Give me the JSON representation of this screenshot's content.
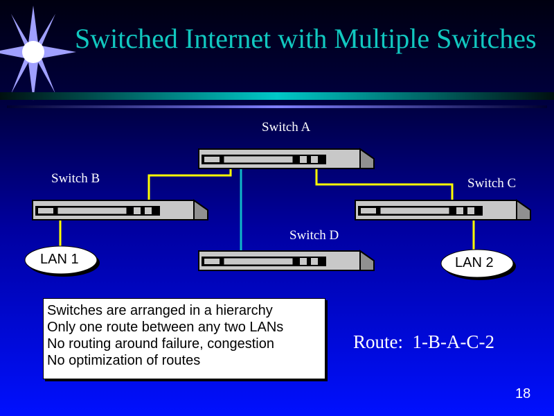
{
  "title": "Switched Internet with Multiple Switches",
  "switches": {
    "a": "Switch A",
    "b": "Switch B",
    "c": "Switch C",
    "d": "Switch D"
  },
  "lans": {
    "lan1": "LAN 1",
    "lan2": "LAN 2"
  },
  "bullets": [
    "Switches are arranged in a hierarchy",
    "Only one route between any two LANs",
    "No routing around failure, congestion",
    "No optimization of routes"
  ],
  "route": "Route:  1-B-A-C-2",
  "page_number": "18",
  "colors": {
    "title": "#11c8c0",
    "link_yellow": "#ffff00",
    "link_teal": "#11b8c8"
  }
}
